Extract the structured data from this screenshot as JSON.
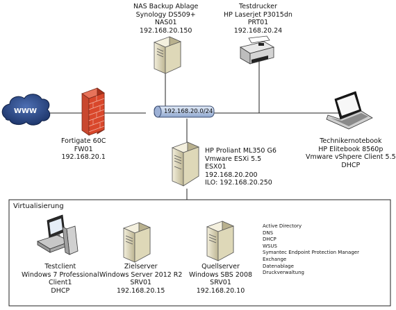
{
  "cloud": {
    "label": "WWW"
  },
  "firewall": {
    "lines": [
      "Fortigate 60C",
      "FW01",
      "192.168.20.1"
    ]
  },
  "nas": {
    "lines": [
      "NAS Backup Ablage",
      "Synology DS509+",
      "NAS01",
      "192.168.20.150"
    ]
  },
  "printer": {
    "lines": [
      "Testdrucker",
      "HP Laserjet P3015dn",
      "PRT01",
      "192.168.20.24"
    ]
  },
  "switch": {
    "label": "192.168.20.0/24"
  },
  "notebook": {
    "lines": [
      "Technikernotebook",
      "HP Elitebook 8560p",
      "Vmware vShpere Client 5.5",
      "DHCP"
    ]
  },
  "esx": {
    "lines": [
      "HP Proliant ML350 G6",
      "Vmware ESXi 5.5",
      "ESX01",
      "192.168.20.200",
      "ILO: 192.168.20.250"
    ]
  },
  "virtualization": {
    "title": "Virtualisierung",
    "testclient": {
      "lines": [
        "Testclient",
        "Windows 7 Professional",
        "Client1",
        "DHCP"
      ]
    },
    "zielserver": {
      "lines": [
        "Zielserver",
        "Windows Server 2012 R2",
        "SRV01",
        "192.168.20.15"
      ]
    },
    "quellserver": {
      "lines": [
        "Quellserver",
        "Windows SBS 2008",
        "SRV01",
        "192.168.20.10"
      ]
    },
    "roles": [
      "Active Directory",
      "DNS",
      "DHCP",
      "WSUS",
      "Symantec Endpoint Protection Manager",
      "Exchange",
      "Datenablage",
      "Druckverwaltung"
    ]
  },
  "colors": {
    "cloud": "#2b4c8c",
    "firewall": "#d9472b",
    "switch": "#b8cbe6",
    "server": "#ded8b8"
  }
}
